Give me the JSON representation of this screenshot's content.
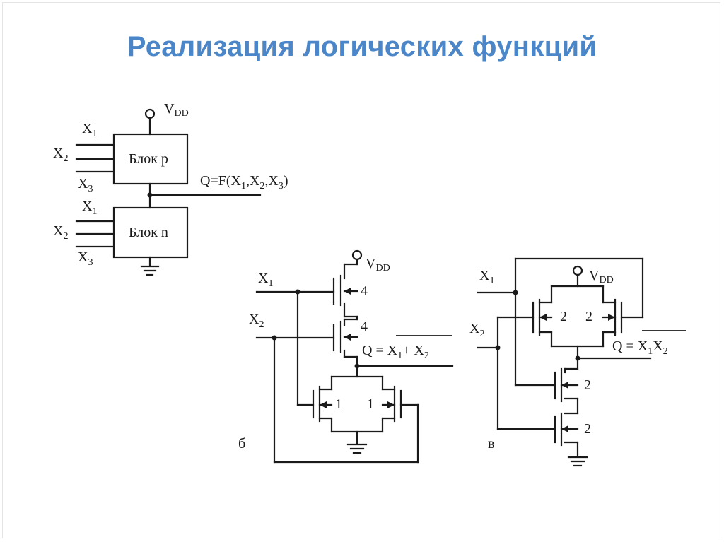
{
  "title": "Реализация логических функций",
  "diagram_a": {
    "vdd": "V",
    "vdd_sub": "DD",
    "block_p": "Блок p",
    "block_n": "Блок n",
    "x_main": "X",
    "s1": "1",
    "s2": "2",
    "s3": "3",
    "q_prefix": "Q=F(X",
    "q_comma": ",X",
    "q_close": ")"
  },
  "diagram_b": {
    "x": "X",
    "s1": "1",
    "s2": "2",
    "vdd": "V",
    "vdd_sub": "DD",
    "w_p1": "4",
    "w_p2": "4",
    "w_n1": "1",
    "w_n2": "1",
    "q_eq": "Q =",
    "q_x": "X",
    "q_plus": "+ X",
    "caption": "б"
  },
  "diagram_c": {
    "x": "X",
    "s1": "1",
    "s2": "2",
    "vdd": "V",
    "vdd_sub": "DD",
    "w_p1": "2",
    "w_p2": "2",
    "w_n1": "2",
    "w_n2": "2",
    "q_eq": "Q =",
    "q_x": "X",
    "caption": "в"
  }
}
